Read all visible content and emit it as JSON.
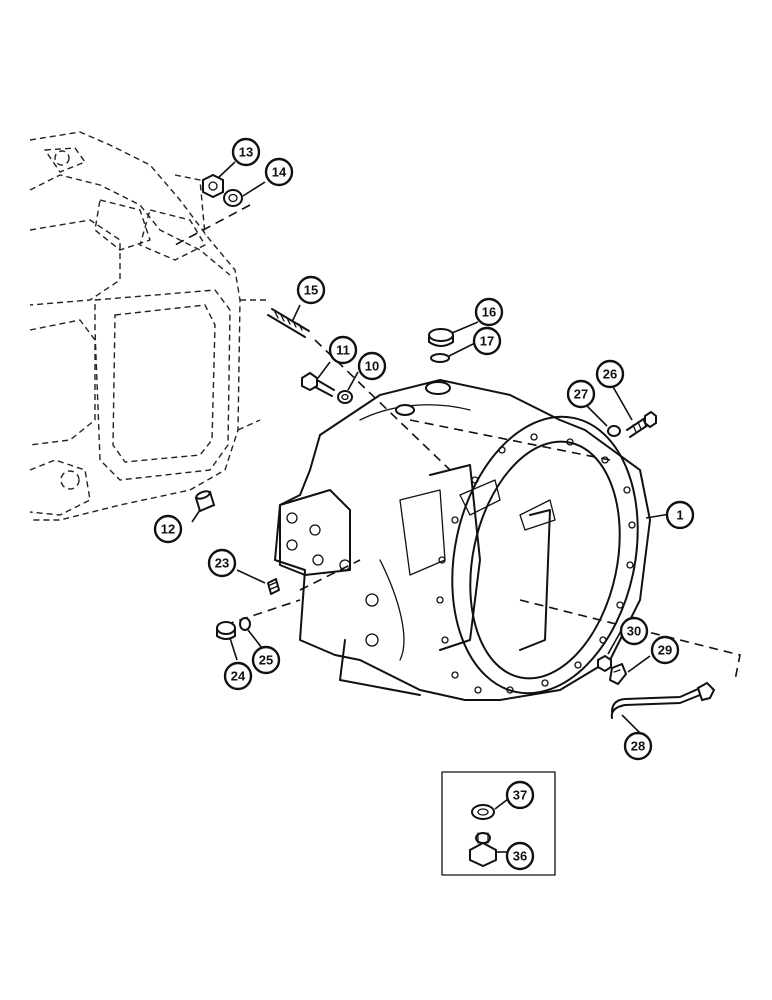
{
  "callouts": [
    {
      "id": "c1",
      "label": "1"
    },
    {
      "id": "c10",
      "label": "10"
    },
    {
      "id": "c11",
      "label": "11"
    },
    {
      "id": "c12",
      "label": "12"
    },
    {
      "id": "c13",
      "label": "13"
    },
    {
      "id": "c14",
      "label": "14"
    },
    {
      "id": "c15",
      "label": "15"
    },
    {
      "id": "c16",
      "label": "16"
    },
    {
      "id": "c17",
      "label": "17"
    },
    {
      "id": "c23",
      "label": "23"
    },
    {
      "id": "c24",
      "label": "24"
    },
    {
      "id": "c25",
      "label": "25"
    },
    {
      "id": "c26",
      "label": "26"
    },
    {
      "id": "c27",
      "label": "27"
    },
    {
      "id": "c28",
      "label": "28"
    },
    {
      "id": "c29",
      "label": "29"
    },
    {
      "id": "c30",
      "label": "30"
    },
    {
      "id": "c36",
      "label": "36"
    },
    {
      "id": "c37",
      "label": "37"
    }
  ],
  "colors": {
    "ink": "#111111",
    "background": "#ffffff"
  }
}
